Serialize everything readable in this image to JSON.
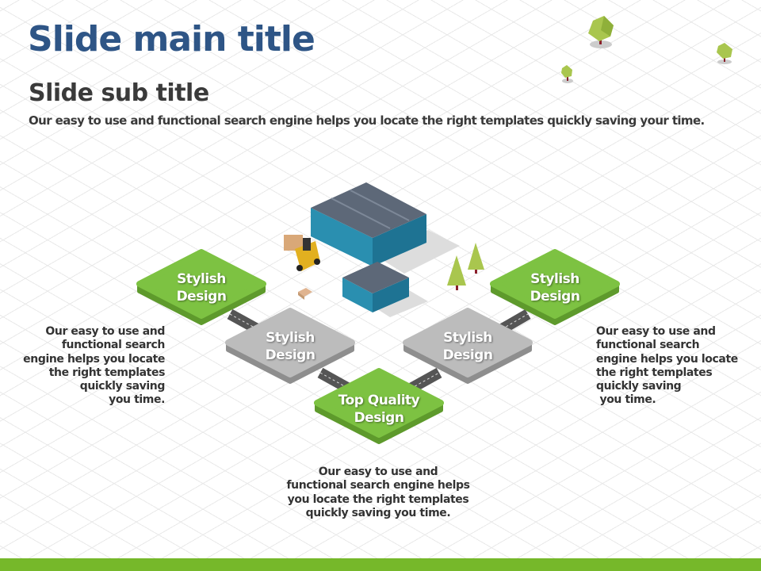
{
  "slide": {
    "title": "Slide main title",
    "subtitle": "Slide sub title",
    "description": "Our easy to use and functional search engine helps you locate the right templates quickly  saving your time."
  },
  "nodes": [
    {
      "line1": "Stylish",
      "line2": "Design",
      "color": "green"
    },
    {
      "line1": "Stylish",
      "line2": "Design",
      "color": "gray"
    },
    {
      "line1": "Top Quality",
      "line2": "Design",
      "color": "green"
    },
    {
      "line1": "Stylish",
      "line2": "Design",
      "color": "gray"
    },
    {
      "line1": "Stylish",
      "line2": "Design",
      "color": "green"
    }
  ],
  "texts": {
    "left": "Our easy to use and\nfunctional search\nengine helps you locate\nthe right templates\nquickly saving\nyou time.",
    "right": "Our easy to use and\nfunctional search\nengine helps you locate\nthe right templates\nquickly saving\n you time.",
    "bottom": "Our easy to use and\nfunctional search engine helps\nyou locate the right templates\nquickly saving you time."
  },
  "colors": {
    "green": "#7dc242",
    "gray": "#bcbcbc",
    "title": "#2e5586",
    "bar": "#76b82a"
  }
}
